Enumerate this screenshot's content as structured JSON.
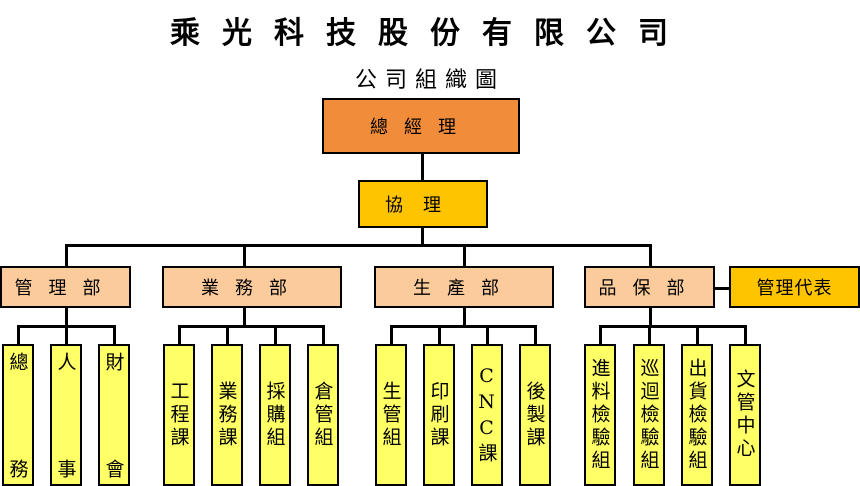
{
  "company": "乘光科技股份有限公司",
  "chart_title": "公司組織圖",
  "general_manager": "總經理",
  "assistant_manager": "協理",
  "management_rep": "管理代表",
  "departments": [
    {
      "name": "管理部",
      "units": [
        "總",
        "人",
        "財"
      ],
      "units_b": [
        "務",
        "事",
        "會"
      ]
    },
    {
      "name": "業務部",
      "units": [
        "工程課",
        "業務課",
        "採購組",
        "倉管組"
      ]
    },
    {
      "name": "生產部",
      "units": [
        "生管組",
        "印刷課",
        "CNC課",
        "後製課"
      ]
    },
    {
      "name": "品保部",
      "units": [
        "進料檢驗組",
        "巡迴檢驗組",
        "出貨檢驗組",
        "文管中心"
      ]
    }
  ]
}
